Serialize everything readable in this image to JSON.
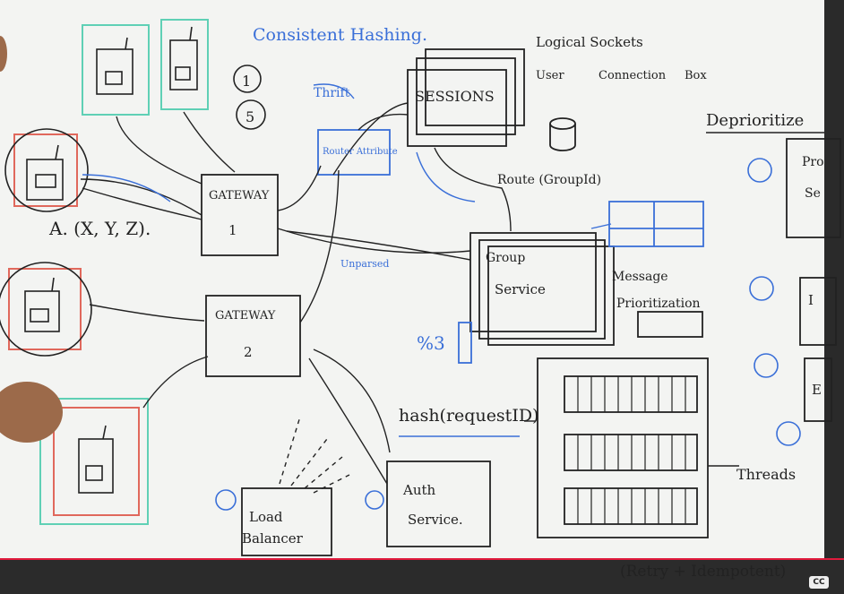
{
  "whiteboard": {
    "title": "Consistent Hashing.",
    "marks": [
      "1",
      "5"
    ],
    "logical_sockets": "Logical Sockets",
    "socket_chain": [
      "User",
      "Connection",
      "Box"
    ],
    "sessions": "SESSIONS",
    "thrift": "Thrift",
    "router": "Router Attribute",
    "deprioritize": "Deprioritize",
    "coords": "A. (X, Y, Z).",
    "gateway1": [
      "GATEWAY",
      "1"
    ],
    "gateway2": [
      "GATEWAY",
      "2"
    ],
    "route": "Route (GroupId)",
    "unparsed": "Unparsed",
    "group_service": [
      "Group",
      "Service"
    ],
    "message_prioritization": [
      "Message",
      "Prioritization"
    ],
    "modulo": "%3",
    "hash": "hash(requestID)",
    "threads": "Threads",
    "auth_service": [
      "Auth",
      "Service."
    ],
    "load_balancer": [
      "Load",
      "Balancer"
    ],
    "retry": "(Retry + Idempotent)",
    "right_partial": [
      "Pro",
      "Se",
      "I",
      "E"
    ]
  },
  "player": {
    "cc_label": "CC"
  },
  "colors": {
    "marker_black": "#222222",
    "marker_blue": "#3a6fd8",
    "marker_red": "#e0685c",
    "marker_teal": "#5fd0b5",
    "progress": "#e01a3c"
  }
}
